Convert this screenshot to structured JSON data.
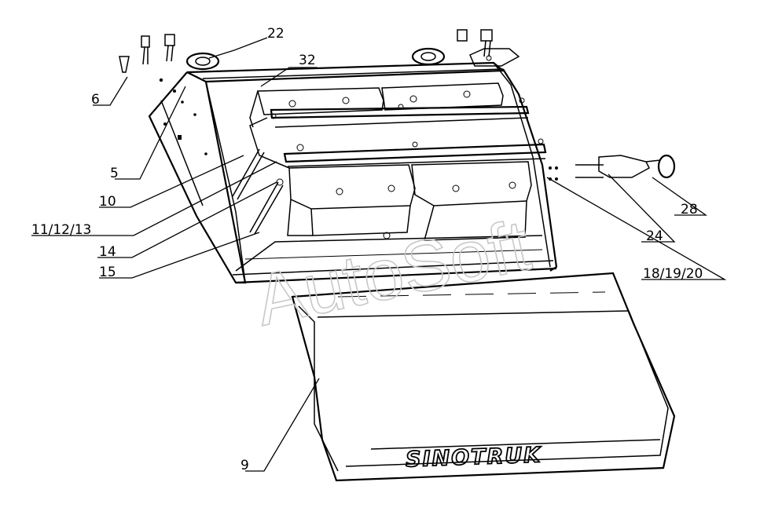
{
  "callouts": [
    {
      "id": "c22",
      "text": "22"
    },
    {
      "id": "c32",
      "text": "32"
    },
    {
      "id": "c6",
      "text": "6"
    },
    {
      "id": "c5",
      "text": "5"
    },
    {
      "id": "c10",
      "text": "10"
    },
    {
      "id": "c111213",
      "text": "11/12/13"
    },
    {
      "id": "c14",
      "text": "14"
    },
    {
      "id": "c15",
      "text": "15"
    },
    {
      "id": "c28",
      "text": "28"
    },
    {
      "id": "c24",
      "text": "24"
    },
    {
      "id": "c181920",
      "text": "18/19/20"
    },
    {
      "id": "c9",
      "text": "9"
    }
  ],
  "cover_brand": "SINOTRUK",
  "watermark": "AutoSoft"
}
